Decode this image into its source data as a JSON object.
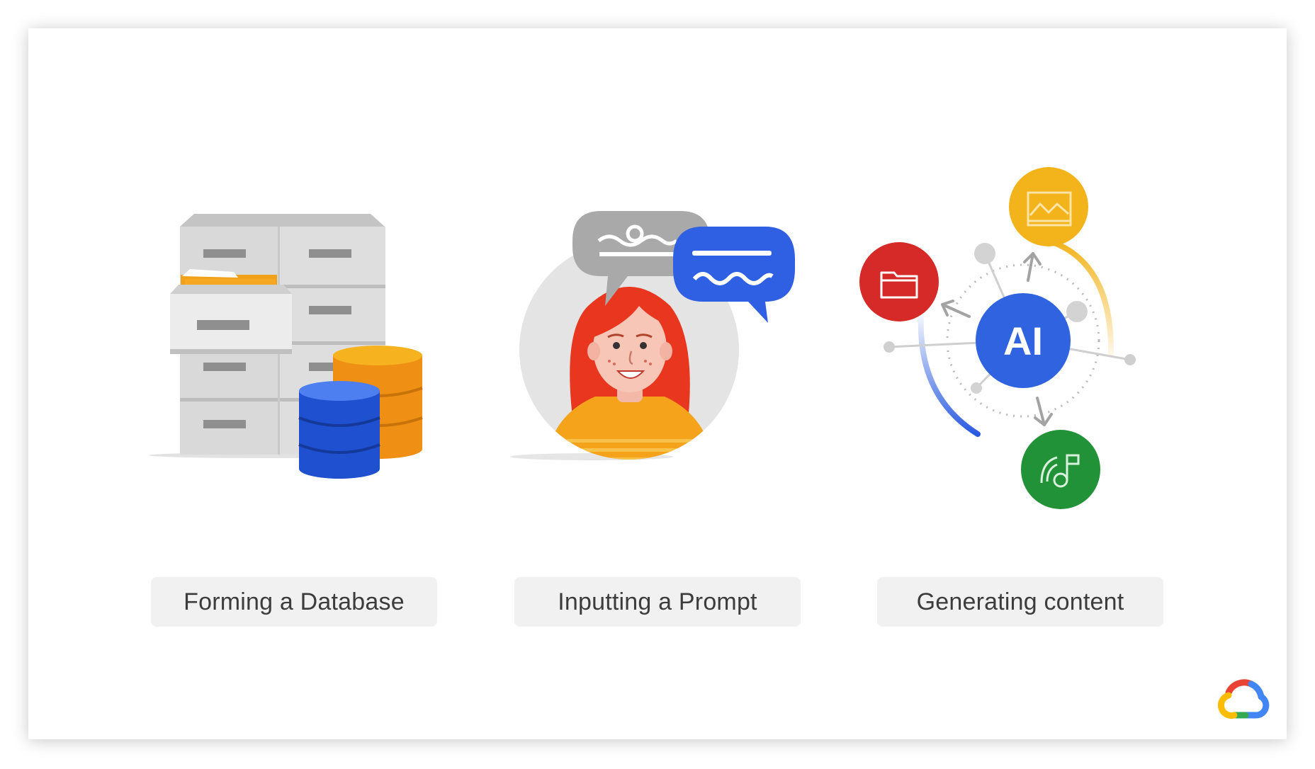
{
  "steps": [
    {
      "label": "Forming a Database",
      "icon": "filing-cabinet-database-icon"
    },
    {
      "label": "Inputting a Prompt",
      "icon": "person-speech-bubbles-icon"
    },
    {
      "label": "Generating content",
      "icon": "ai-generation-icon"
    }
  ],
  "ai_hub": {
    "text": "AI"
  },
  "logo": {
    "icon": "google-cloud-logo"
  },
  "colors": {
    "blue": "#2f63e0",
    "red": "#d62a28",
    "yellow": "#f2b31b",
    "green": "#229238",
    "orange": "#f29b1a",
    "gray": "#cfcfcf"
  }
}
